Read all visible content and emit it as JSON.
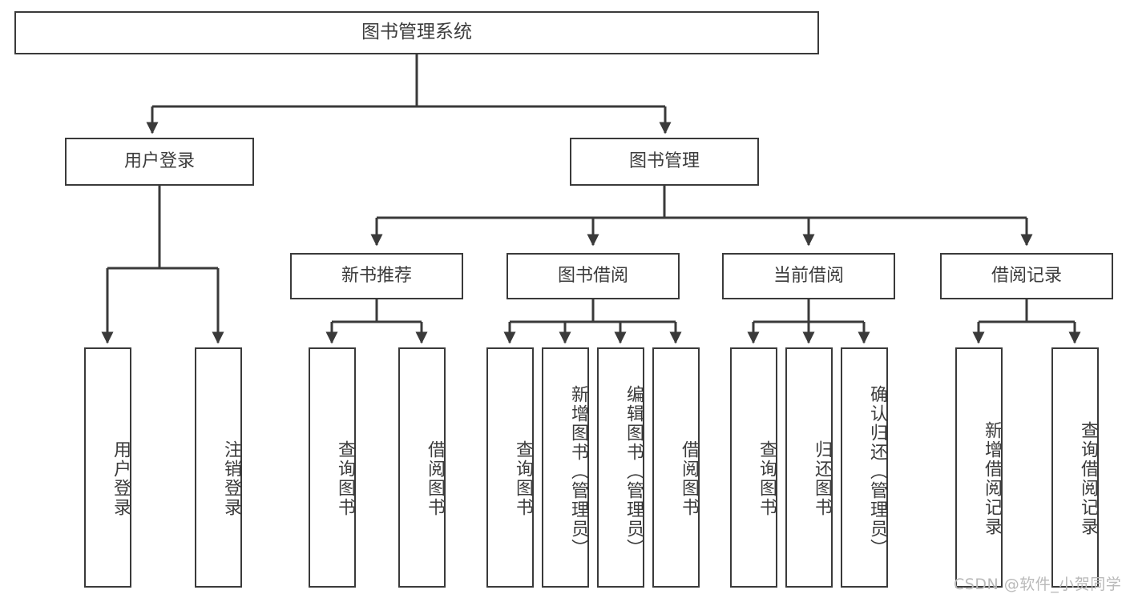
{
  "diagram": {
    "title": "图书管理系统",
    "type": "tree-hierarchy-chart",
    "stroke_color": "#3a3a3a",
    "text_color": "#3c3c3c",
    "background_color": "#ffffff",
    "watermark": "CSDN @软件_小贺同学",
    "root": {
      "label": "图书管理系统"
    },
    "level2": [
      {
        "label": "用户登录"
      },
      {
        "label": "图书管理"
      }
    ],
    "level3": [
      {
        "label": "新书推荐"
      },
      {
        "label": "图书借阅"
      },
      {
        "label": "当前借阅"
      },
      {
        "label": "借阅记录"
      }
    ],
    "leaves": {
      "user_login": [
        {
          "label": "用户登录"
        },
        {
          "label": "注销登录"
        }
      ],
      "new_book_recommend": [
        {
          "label": "查询图书"
        },
        {
          "label": "借阅图书"
        }
      ],
      "book_borrow": [
        {
          "label": "查询图书"
        },
        {
          "label": "新增图书（管理员）"
        },
        {
          "label": "编辑图书（管理员）"
        },
        {
          "label": "借阅图书"
        }
      ],
      "current_borrow": [
        {
          "label": "查询图书"
        },
        {
          "label": "归还图书"
        },
        {
          "label": "确认归还（管理员）"
        }
      ],
      "borrow_record": [
        {
          "label": "新增借阅记录"
        },
        {
          "label": "查询借阅记录"
        }
      ]
    }
  }
}
